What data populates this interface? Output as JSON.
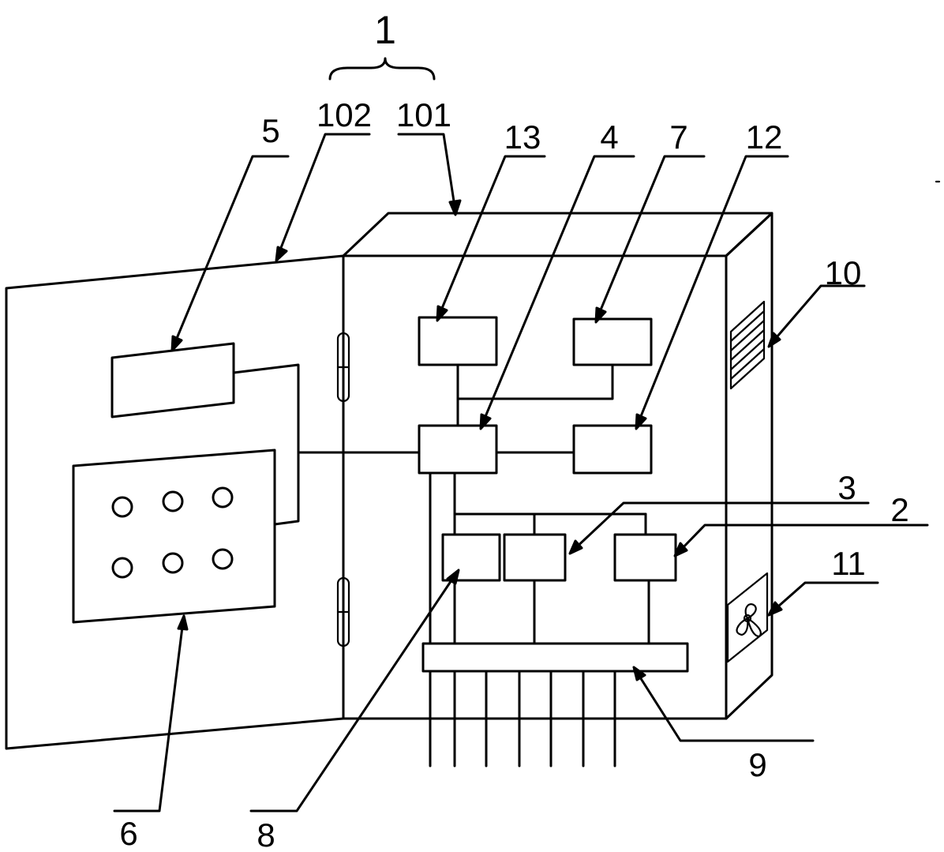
{
  "labels": {
    "l1": "1",
    "l101": "101",
    "l102": "102",
    "l2": "2",
    "l3": "3",
    "l4": "4",
    "l5": "5",
    "l6": "6",
    "l7": "7",
    "l8": "8",
    "l9": "9",
    "l10": "10",
    "l11": "11",
    "l12": "12",
    "l13": "13"
  }
}
